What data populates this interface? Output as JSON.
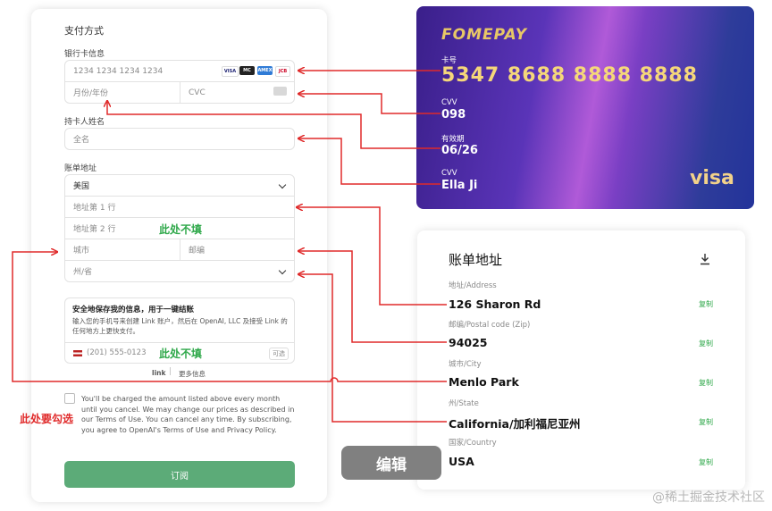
{
  "payment": {
    "title": "支付方式",
    "card_section_label": "银行卡信息",
    "card_number_placeholder": "1234 1234 1234 1234",
    "brands": [
      "VISA",
      "MC",
      "AMEX",
      "JCB"
    ],
    "expiry_placeholder": "月份/年份",
    "cvc_placeholder": "CVC",
    "name_label": "持卡人姓名",
    "name_placeholder": "全名",
    "billing_label": "账单地址",
    "country_value": "美国",
    "address1_placeholder": "地址第 1 行",
    "address2_placeholder": "地址第 2 行",
    "city_placeholder": "城市",
    "zip_placeholder": "邮编",
    "state_placeholder": "州/省",
    "link_title": "安全地保存我的信息，用于一键结账",
    "link_desc": "输入您的手机号来创建 Link 账户，然后在 OpenAI, LLC 及接受 Link 的任何地方上更快支付。",
    "phone_placeholder": "(201) 555-0123",
    "optional_tag": "可选",
    "link_brand": "link",
    "more_info": "更多信息",
    "consent_text": "You'll be charged the amount listed above every month until you cancel. We may change our prices as described in our Terms of Use. You can cancel any time. By subscribing, you agree to OpenAI's Terms of Use and Privacy Policy.",
    "subscribe_button": "订阅"
  },
  "annotations": {
    "skip_note_1": "此处不填",
    "skip_note_2": "此处不填",
    "check_note": "此处要勾选"
  },
  "card": {
    "brand": "FOMEPAY",
    "number_label": "卡号",
    "number": "5347 8688 8888 8888",
    "cvv_label": "CVV",
    "cvv": "098",
    "expiry_label": "有效期",
    "expiry": "06/26",
    "holder_label": "CVV",
    "holder": "Ella Ji",
    "network": "visa"
  },
  "billing": {
    "title": "账单地址",
    "rows": [
      {
        "label": "地址/Address",
        "value": "126 Sharon Rd",
        "copy": "复制"
      },
      {
        "label": "邮编/Postal code (Zip)",
        "value": "94025",
        "copy": "复制"
      },
      {
        "label": "城市/City",
        "value": "Menlo Park",
        "copy": "复制"
      },
      {
        "label": "州/State",
        "value": "California/加利福尼亚州",
        "copy": "复制"
      },
      {
        "label": "国家/Country",
        "value": "USA",
        "copy": "复制"
      }
    ]
  },
  "edit_button": "编辑",
  "watermark": "@稀土掘金技术社区",
  "colors": {
    "arrow": "#e02a2a",
    "note_green": "#2fa84a",
    "subscribe_green": "#5cab78",
    "copy_green": "#2fa84a"
  }
}
